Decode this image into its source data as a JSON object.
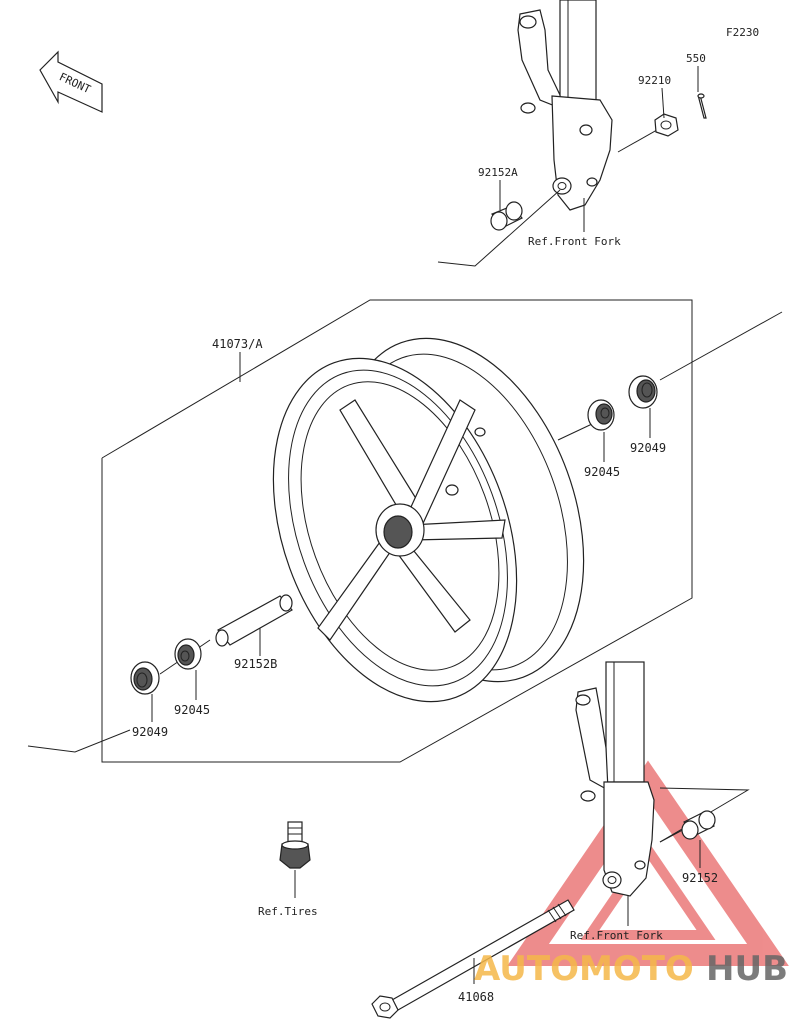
{
  "figure_code": "F2230",
  "front_arrow_label": "FRONT",
  "labels": {
    "p550": "550",
    "p92210": "92210",
    "p92152A": "92152A",
    "ref_front_fork_top": "Ref.Front Fork",
    "p41073A": "41073/A",
    "p92049_right": "92049",
    "p92045_right": "92045",
    "p92152B": "92152B",
    "p92045_left": "92045",
    "p92049_left": "92049",
    "ref_tires": "Ref.Tires",
    "p92152": "92152",
    "ref_front_fork_bottom": "Ref.Front Fork",
    "p41068": "41068"
  },
  "watermark": {
    "part1": "AUTOMOTO",
    "part2": "HUB",
    "color1": "#f5b84a",
    "color2": "#666666",
    "triangle_color": "#e03030"
  }
}
